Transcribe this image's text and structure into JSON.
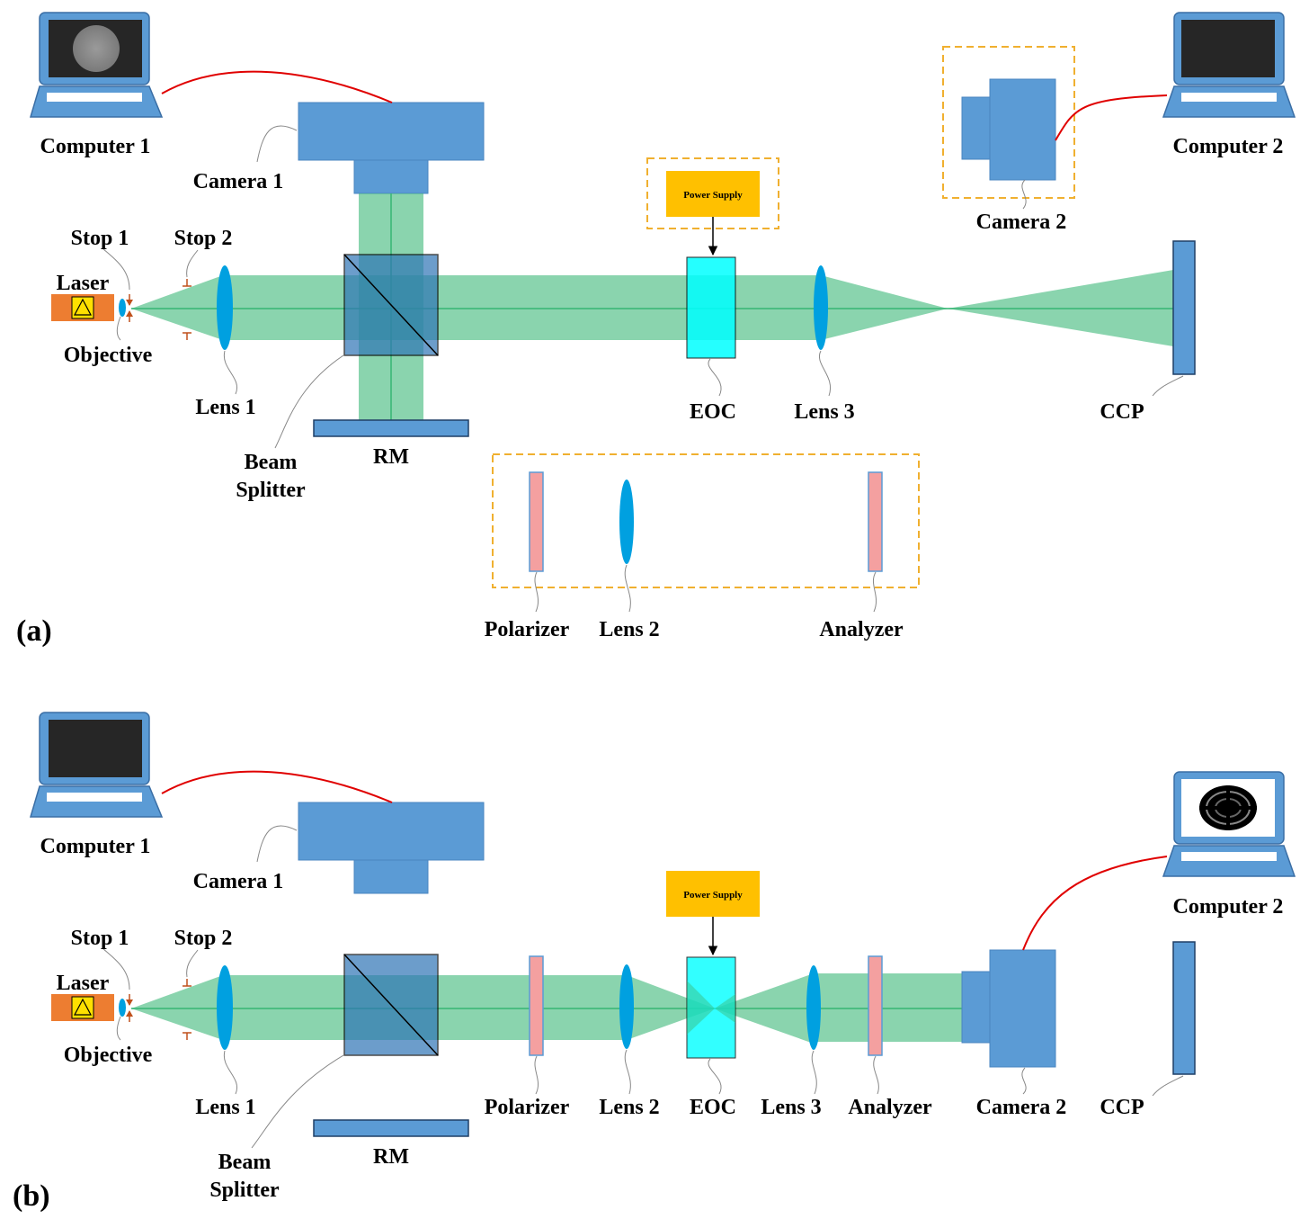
{
  "colors": {
    "component_blue": "#5b9bd5",
    "beam_green": "#3cb878",
    "lens_blue": "#00a0e0",
    "eoc_cyan": "#00ffff",
    "power_supply": "#ffc000",
    "laser_orange": "#ed7d31",
    "polarizer_pink": "#f4a0a0",
    "cable_red": "#e00000",
    "dashed_box": "#f0b030"
  },
  "panel_a": {
    "tag": "(a)",
    "computer1": "Computer 1",
    "computer2": "Computer 2",
    "camera1": "Camera 1",
    "camera2": "Camera 2",
    "stop1": "Stop 1",
    "stop2": "Stop 2",
    "laser": "Laser",
    "objective": "Objective",
    "lens1": "Lens 1",
    "beam": "Beam",
    "splitter": "Splitter",
    "rm": "RM",
    "power_supply": "Power Supply",
    "eoc": "EOC",
    "lens3": "Lens 3",
    "ccp": "CCP",
    "polarizer": "Polarizer",
    "lens2": "Lens 2",
    "analyzer": "Analyzer"
  },
  "panel_b": {
    "tag": "(b)",
    "computer1": "Computer 1",
    "computer2": "Computer 2",
    "camera1": "Camera 1",
    "camera2": "Camera 2",
    "stop1": "Stop 1",
    "stop2": "Stop 2",
    "laser": "Laser",
    "objective": "Objective",
    "lens1": "Lens 1",
    "beam": "Beam",
    "splitter": "Splitter",
    "rm": "RM",
    "power_supply": "Power Supply",
    "polarizer": "Polarizer",
    "lens2": "Lens 2",
    "eoc": "EOC",
    "lens3": "Lens 3",
    "analyzer": "Analyzer",
    "ccp": "CCP"
  }
}
